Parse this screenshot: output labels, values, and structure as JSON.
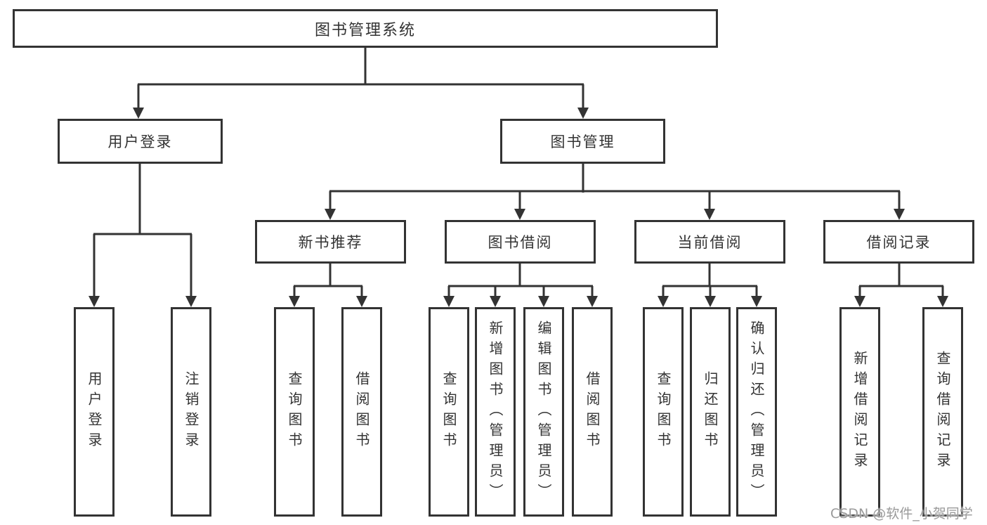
{
  "tree": {
    "label": "图书管理系统",
    "children": [
      {
        "label": "用户登录",
        "children": [
          {
            "label": "用户登录"
          },
          {
            "label": "注销登录"
          }
        ]
      },
      {
        "label": "图书管理",
        "children": [
          {
            "label": "新书推荐",
            "children": [
              {
                "label": "查询图书"
              },
              {
                "label": "借阅图书"
              }
            ]
          },
          {
            "label": "图书借阅",
            "children": [
              {
                "label": "查询图书"
              },
              {
                "label": "新增图书（管理员）"
              },
              {
                "label": "编辑图书（管理员）"
              },
              {
                "label": "借阅图书"
              }
            ]
          },
          {
            "label": "当前借阅",
            "children": [
              {
                "label": "查询图书"
              },
              {
                "label": "归还图书"
              },
              {
                "label": "确认归还（管理员）"
              }
            ]
          },
          {
            "label": "借阅记录",
            "children": [
              {
                "label": "新增借阅记录"
              },
              {
                "label": "查询借阅记录"
              }
            ]
          }
        ]
      }
    ]
  },
  "watermark": "CSDN @软件_小贺同学",
  "colors": {
    "line": "#333333",
    "text": "#333333",
    "watermark": "#9a9a9a",
    "background": "#ffffff"
  }
}
